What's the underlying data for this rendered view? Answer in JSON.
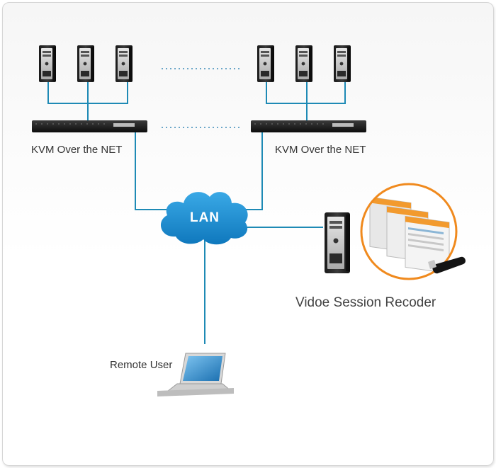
{
  "nodes": {
    "kvm_left": {
      "label": "KVM Over the NET"
    },
    "kvm_right": {
      "label": "KVM Over the NET"
    },
    "lan": {
      "label": "LAN"
    },
    "recorder": {
      "label": "Vidoe Session Recoder"
    },
    "remote_user": {
      "label": "Remote User"
    }
  },
  "icons": [
    "server-tower-icon",
    "kvm-switch-icon",
    "cloud-icon",
    "laptop-icon",
    "usb-dongle-icon",
    "screenshots-icon"
  ],
  "colors": {
    "connector": "#1e8ab5",
    "cloud": "#1b8fd2",
    "dotted": "#6aa6c8",
    "highlight_ring": "#f08a1e"
  }
}
